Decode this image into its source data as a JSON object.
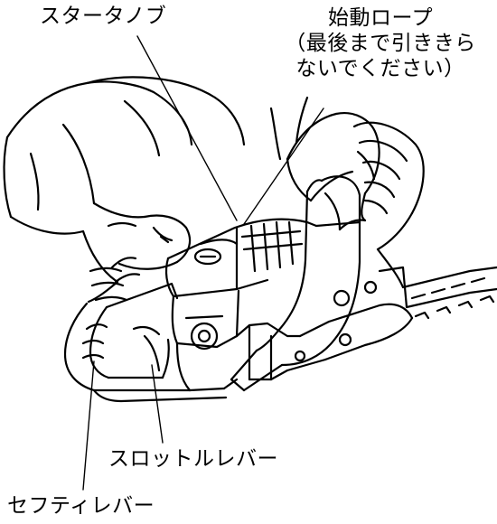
{
  "labels": {
    "starter_knob": "スタータノブ",
    "starter_rope": "始動ロープ",
    "starter_rope_note_1": "（最後まで引ききら",
    "starter_rope_note_2": "ないでください）",
    "throttle_lever": "スロットルレバー",
    "safety_lever": "セフティレバー"
  },
  "colors": {
    "line": "#000000",
    "background": "#ffffff"
  }
}
